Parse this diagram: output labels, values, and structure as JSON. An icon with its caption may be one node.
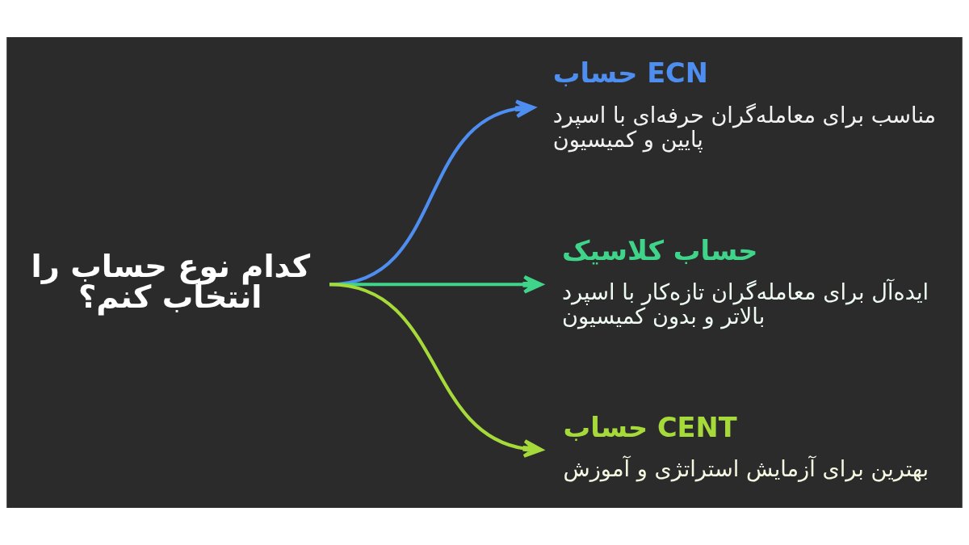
{
  "diagram": {
    "nodes": [
      {
        "text": [
          "کدام نوع حساب را انتخاب کنم؟"
        ]
      },
      {
        "text": [
          "حساب ECN",
          "مناسب برای معامله‌گران حرفه‌ای با اسپرد پایین و کمیسیون"
        ]
      },
      {
        "text": [
          "حساب کلاسیک",
          "ایده‌آل برای معامله‌گران تازه‌کار با اسپرد بالاتر و بدون کمیسیون"
        ]
      },
      {
        "text": [
          "حساب CENT",
          "بهترین برای آزمایش استراتژی و آموزش"
        ]
      }
    ],
    "edges": [
      {
        "from": 0,
        "to": 1,
        "arrow": "to",
        "color": "#4d8ef0"
      },
      {
        "from": 0,
        "to": 2,
        "arrow": "to",
        "color": "#3fd48a"
      },
      {
        "from": 0,
        "to": 3,
        "arrow": "to",
        "color": "#a6d93a"
      }
    ]
  }
}
